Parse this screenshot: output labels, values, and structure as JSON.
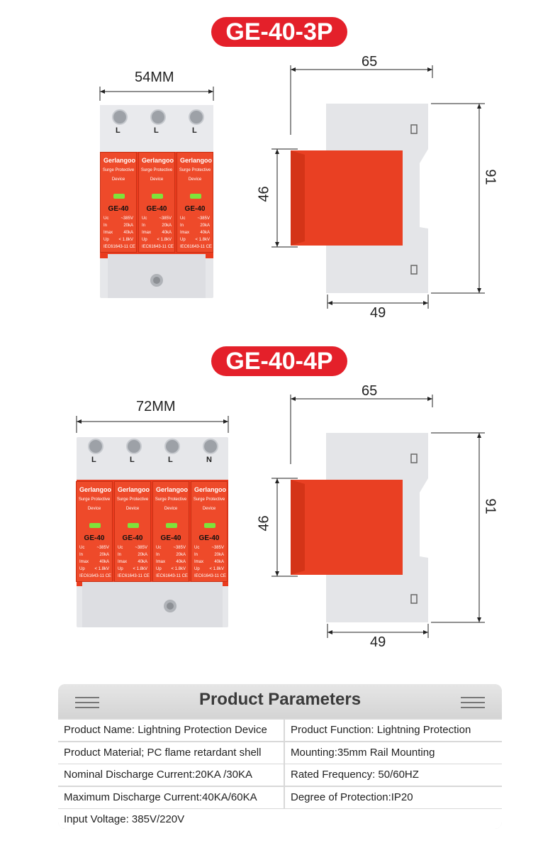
{
  "section1": {
    "title": "GE-40-3P",
    "width_label": "54MM",
    "side_top": "65",
    "side_height": "91",
    "side_red": "46",
    "side_bottom": "49",
    "poles": [
      "L",
      "L",
      "L"
    ]
  },
  "section2": {
    "title": "GE-40-4P",
    "width_label": "72MM",
    "side_top": "65",
    "side_height": "91",
    "side_red": "46",
    "side_bottom": "49",
    "poles": [
      "L",
      "L",
      "L",
      "N"
    ]
  },
  "module": {
    "brand": "Gerlangoo",
    "line1": "Surge Protective",
    "line2": "Device",
    "model": "GE-40",
    "specs": [
      {
        "k": "Uc",
        "v": "~385V"
      },
      {
        "k": "In",
        "v": "20kA"
      },
      {
        "k": "Imax",
        "v": "40kA"
      },
      {
        "k": "Up",
        "v": "< 1.8kV"
      }
    ],
    "standard": "IEC61643-11",
    "mark": "CE"
  },
  "params": {
    "title": "Product Parameters",
    "rows": [
      [
        "Product Name: Lightning Protection Device",
        "Product Function: Lightning Protection"
      ],
      [
        "Product Material; PC flame retardant shell",
        "Mounting:35mm Rail Mounting"
      ],
      [
        "Nominal Discharge Current:20KA /30KA",
        "Rated Frequency: 50/60HZ"
      ],
      [
        "Maximum Discharge Current:40KA/60KA",
        "Degree of Protection:IP20"
      ],
      [
        "Input Voltage: 385V/220V"
      ]
    ]
  },
  "colors": {
    "accent": "#e4202a",
    "module_red": "#ee4a2a",
    "housing": "#e6e7ea"
  }
}
